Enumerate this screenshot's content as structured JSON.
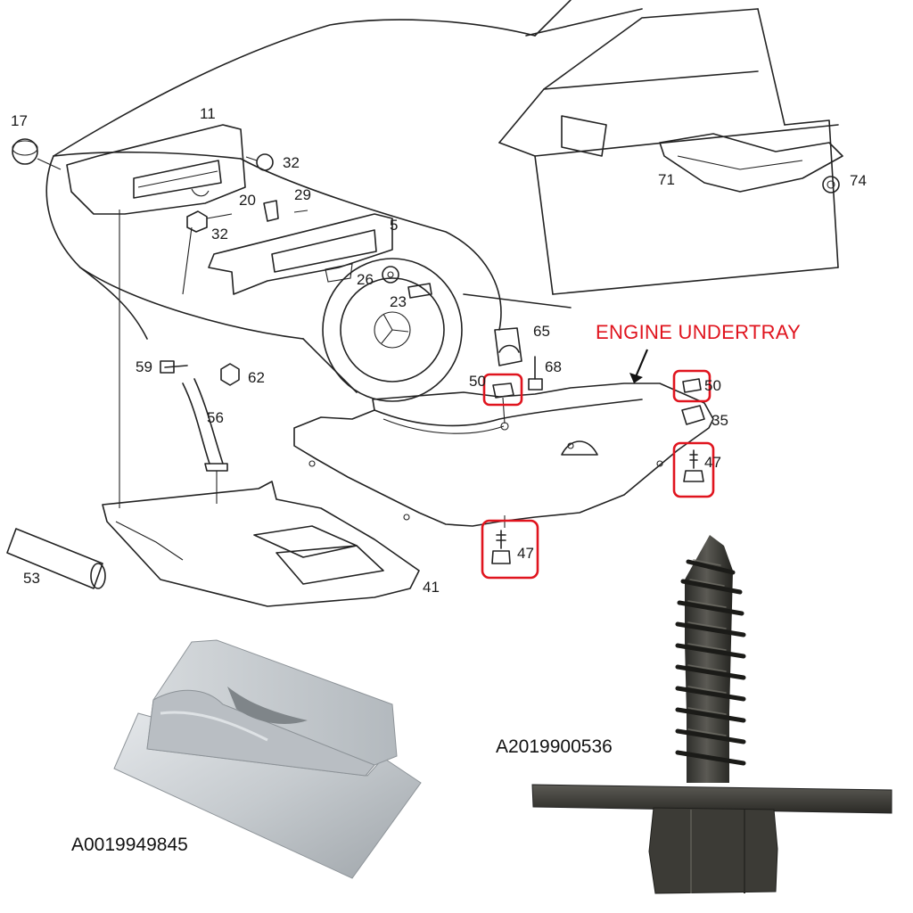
{
  "diagram": {
    "title": "ENGINE UNDERTRAY",
    "callouts": {
      "c17": "17",
      "c11": "11",
      "c32a": "32",
      "c20": "20",
      "c29": "29",
      "c32b": "32",
      "c5": "5",
      "c26": "26",
      "c23": "23",
      "c71": "71",
      "c74": "74",
      "c65": "65",
      "c68": "68",
      "c50a": "50",
      "c50b": "50",
      "c35": "35",
      "c47a": "47",
      "c47b": "47",
      "c59": "59",
      "c62": "62",
      "c56": "56",
      "c53": "53",
      "c41": "41"
    }
  },
  "products": {
    "clip_part_number": "A0019949845",
    "screw_part_number": "A2019900536"
  },
  "colors": {
    "highlight": "#e0141e",
    "line": "#222222",
    "clip_metal": "#c9cdd1",
    "screw_metal": "#3a3a36"
  }
}
